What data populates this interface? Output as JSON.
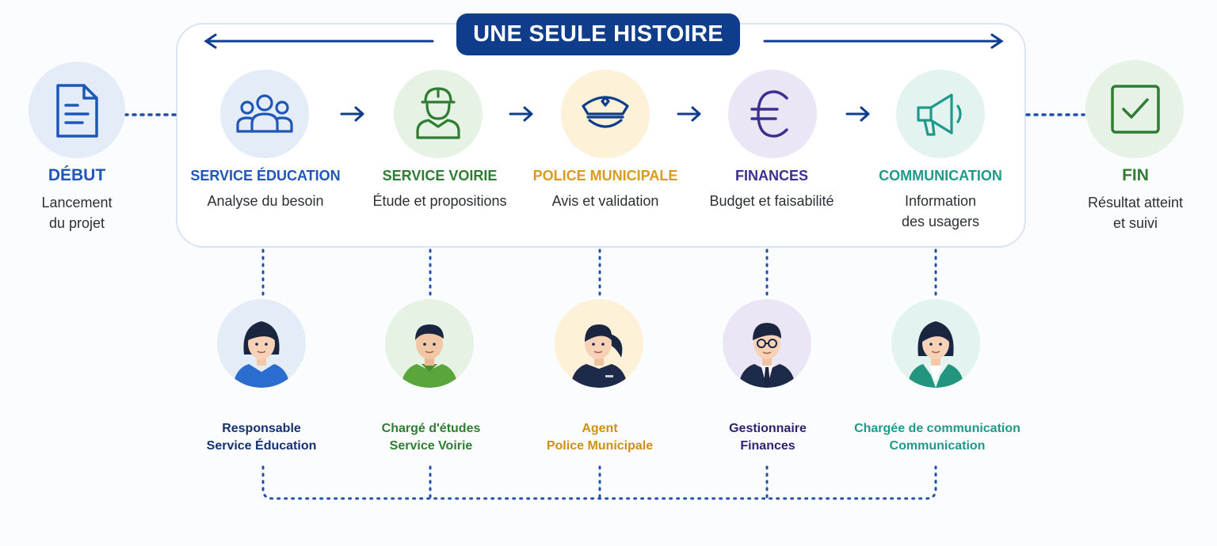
{
  "header": {
    "title": "UNE SEULE HISTOIRE"
  },
  "start": {
    "title": "DÉBUT",
    "line1": "Lancement",
    "line2": "du projet",
    "icon": "document-icon",
    "color": "#1f57b8"
  },
  "end": {
    "title": "FIN",
    "line1": "Résultat atteint",
    "line2": "et suivi",
    "icon": "checkbox-icon",
    "color": "#2e7d32"
  },
  "services": [
    {
      "title": "SERVICE ÉDUCATION",
      "line1": "Analyse du besoin",
      "line2": "",
      "icon": "people-group-icon",
      "color": "#1f57b8",
      "role1": "Responsable",
      "role2": "Service Éducation",
      "role_color": "#14316e"
    },
    {
      "title": "SERVICE VOIRIE",
      "line1": "Étude et propositions",
      "line2": "",
      "icon": "worker-helmet-icon",
      "color": "#2e7d32",
      "role1": "Chargé d'études",
      "role2": "Service Voirie",
      "role_color": "#2e7d32"
    },
    {
      "title": "POLICE MUNICIPALE",
      "line1": "Avis et validation",
      "line2": "",
      "icon": "police-cap-icon",
      "color": "#d99a1e",
      "role1": "Agent",
      "role2": "Police Municipale",
      "role_color": "#cf8f12"
    },
    {
      "title": "FINANCES",
      "line1": "Budget et faisabilité",
      "line2": "",
      "icon": "euro-icon",
      "color": "#3d2f8f",
      "role1": "Gestionnaire",
      "role2": "Finances",
      "role_color": "#2c2470"
    },
    {
      "title": "COMMUNICATION",
      "line1": "Information",
      "line2": "des usagers",
      "icon": "megaphone-icon",
      "color": "#1f9a8a",
      "role1": "Chargée de communication",
      "role2": "Communication",
      "role_color": "#1f9a8a"
    }
  ],
  "colors": {
    "navy": "#0f3d8c",
    "dots": "#1f4fa8"
  }
}
